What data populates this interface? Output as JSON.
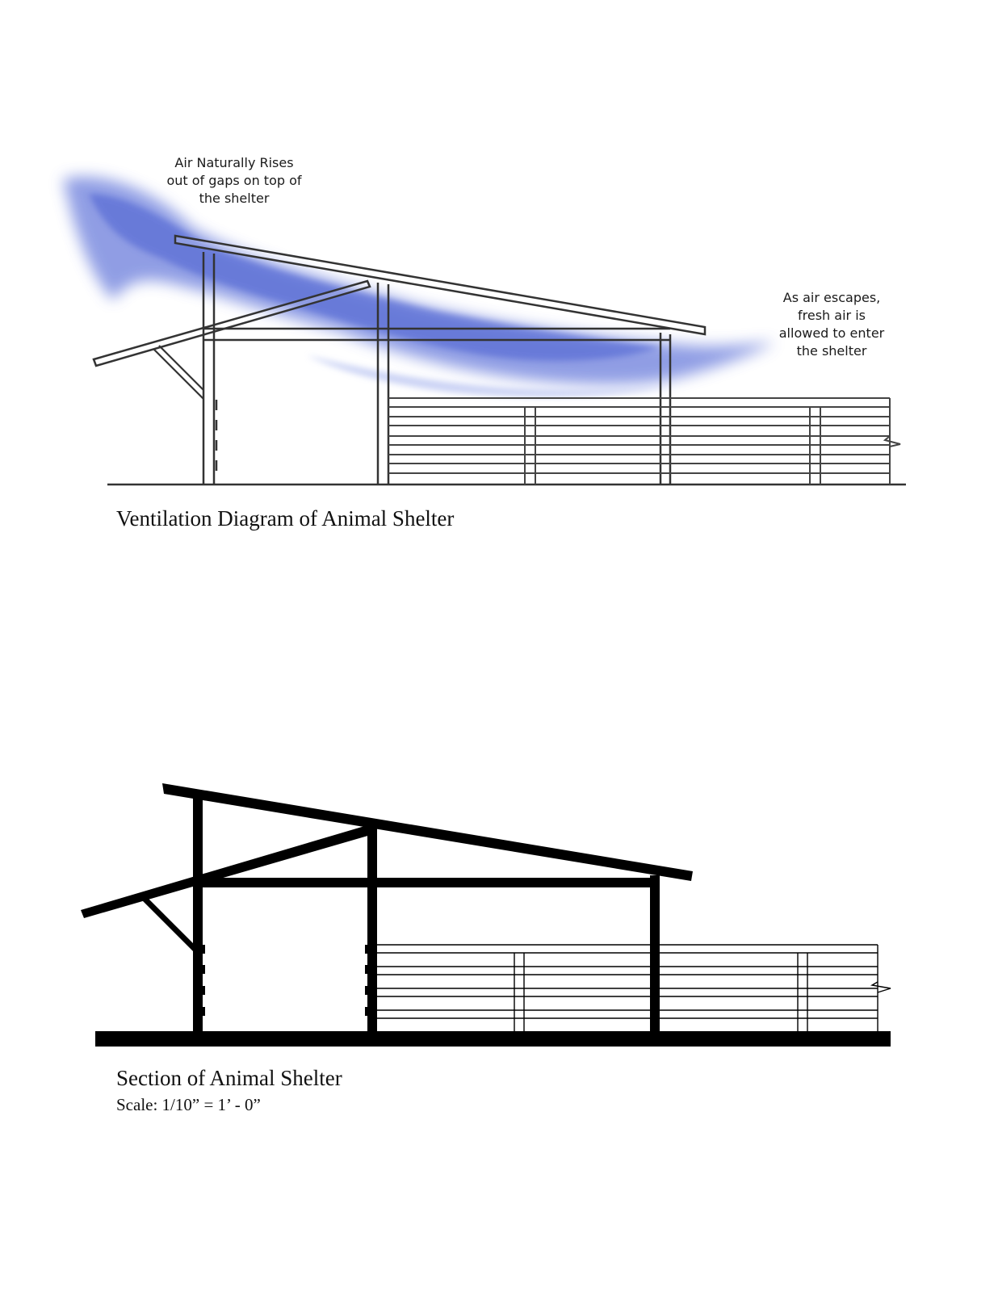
{
  "ventilation": {
    "rise_note": [
      "Air Naturally Rises",
      "out of gaps on top of",
      "the shelter"
    ],
    "enter_note": [
      "As air escapes,",
      "fresh air is",
      "allowed to enter",
      "the shelter"
    ],
    "caption": "Ventilation Diagram of Animal Shelter",
    "airflow_color": "#4a5fd0"
  },
  "section": {
    "caption": "Section of Animal Shelter",
    "scale": "Scale: 1/10” = 1’ - 0”",
    "line_color": "#000000"
  }
}
